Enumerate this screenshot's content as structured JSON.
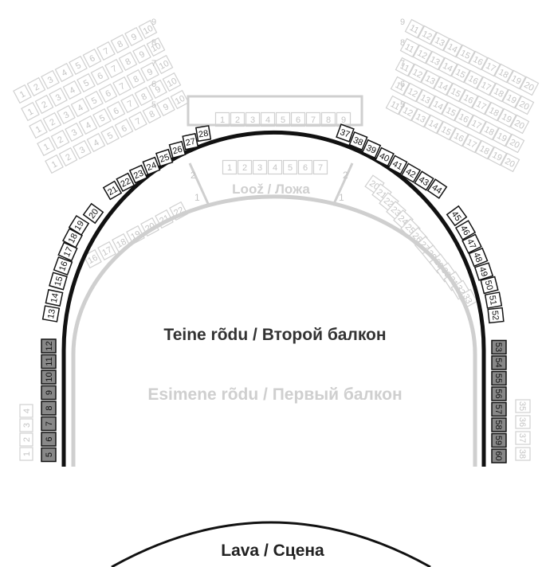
{
  "labels": {
    "second_balcony": "Teine rõdu / Второй балкон",
    "first_balcony": "Esimene rõdu / Первый балкон",
    "box": "Loož / Ложа",
    "stage": "Lava / Сцена",
    "box_row_1": "1",
    "box_row_2": "2"
  },
  "row_numbers": [
    "9",
    "8",
    "7",
    "6",
    "5"
  ],
  "box_seats": {
    "back_row": [
      "1",
      "2",
      "3",
      "4",
      "5",
      "6",
      "7",
      "8",
      "9"
    ],
    "front_row": [
      "1",
      "2",
      "3",
      "4",
      "5",
      "6",
      "7"
    ]
  },
  "highlighted_seats": {
    "left_lower": [
      "5",
      "6",
      "7",
      "8",
      "9",
      "10",
      "11",
      "12"
    ],
    "left_arc": [
      "13",
      "14",
      "15",
      "16",
      "17",
      "18",
      "19",
      "20"
    ],
    "left_top": [
      "21",
      "22",
      "23",
      "24",
      "25",
      "26",
      "27",
      "28"
    ],
    "right_top": [
      "37",
      "38",
      "39",
      "40",
      "41",
      "42",
      "43",
      "44"
    ],
    "right_arc": [
      "45",
      "46",
      "47",
      "48",
      "49",
      "50",
      "51",
      "52"
    ],
    "right_lower": [
      "53",
      "54",
      "55",
      "56",
      "57",
      "58",
      "59",
      "60"
    ]
  },
  "background_rows": {
    "left_outer": [
      [
        "1",
        "2",
        "3",
        "4",
        "5",
        "6",
        "7",
        "8",
        "9",
        "10"
      ],
      [
        "1",
        "2",
        "3",
        "4",
        "5",
        "6",
        "7",
        "8",
        "9",
        "10"
      ],
      [
        "1",
        "2",
        "3",
        "4",
        "5",
        "6",
        "7",
        "8",
        "9",
        "10"
      ],
      [
        "1",
        "2",
        "3",
        "4",
        "5",
        "6",
        "7",
        "8",
        "9",
        "10"
      ],
      [
        "1",
        "2",
        "3",
        "4",
        "5",
        "6",
        "7",
        "8",
        "9",
        "10"
      ]
    ],
    "right_outer": [
      [
        "11",
        "12",
        "13",
        "14",
        "15",
        "16",
        "17",
        "18",
        "19",
        "20"
      ],
      [
        "11",
        "12",
        "13",
        "14",
        "15",
        "16",
        "17",
        "18",
        "19",
        "20"
      ],
      [
        "11",
        "12",
        "13",
        "14",
        "15",
        "16",
        "17",
        "18",
        "19",
        "20"
      ],
      [
        "11",
        "12",
        "13",
        "14",
        "15",
        "16",
        "17",
        "18",
        "19",
        "20"
      ],
      [
        "11",
        "12",
        "13",
        "14",
        "15",
        "16",
        "17",
        "18",
        "19",
        "20"
      ]
    ],
    "left_lower_first": [
      "16",
      "17",
      "18",
      "19",
      "20",
      "21",
      "22"
    ],
    "right_lower_first": [
      "20",
      "21",
      "22",
      "23",
      "24",
      "25",
      "26",
      "27",
      "28",
      "29",
      "30",
      "31",
      "32",
      "33"
    ],
    "left_side_stack": [
      "1",
      "2",
      "3",
      "4"
    ],
    "right_side_stack": [
      "35",
      "36",
      "37",
      "38"
    ]
  },
  "colors": {
    "highlight_fill": "#888888",
    "highlight_stroke": "#111111",
    "faded": "#d0d0d0",
    "faded_text": "#c4c4c4",
    "arc_dark": "#111111",
    "arc_light": "#cfcfcf",
    "label_dark": "#333333",
    "label_light": "#cfcfcf"
  }
}
